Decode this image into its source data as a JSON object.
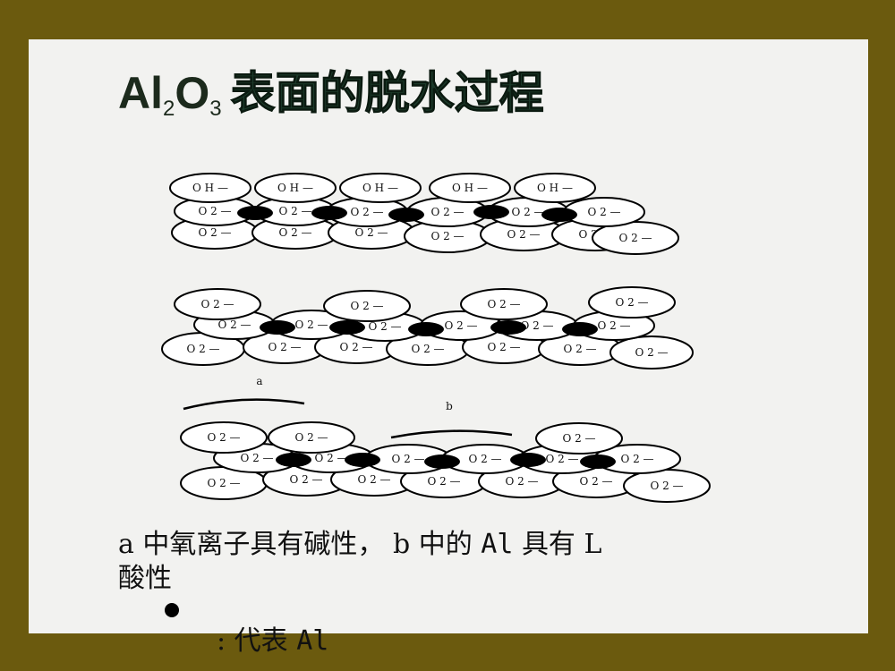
{
  "title": {
    "al": "Al",
    "sub2": "2",
    "o": "O",
    "sub3": "3",
    "cn": "表面的脱水过程"
  },
  "diagram": {
    "labels": {
      "oh": "O H —",
      "o2": "O 2 —",
      "a": "a",
      "b": "b"
    }
  },
  "caption": {
    "text_a": "a 中氧离子具有碱性，",
    "text_b": "b 中的",
    "text_al": "Al",
    "text_c": "具有 L",
    "text_d": "酸性"
  },
  "legend": {
    "text": ": 代表",
    "al": "Al"
  },
  "colors": {
    "frame": "#6b5a0e",
    "slide": "#f2f2f0",
    "title": "#1c3a2a"
  }
}
